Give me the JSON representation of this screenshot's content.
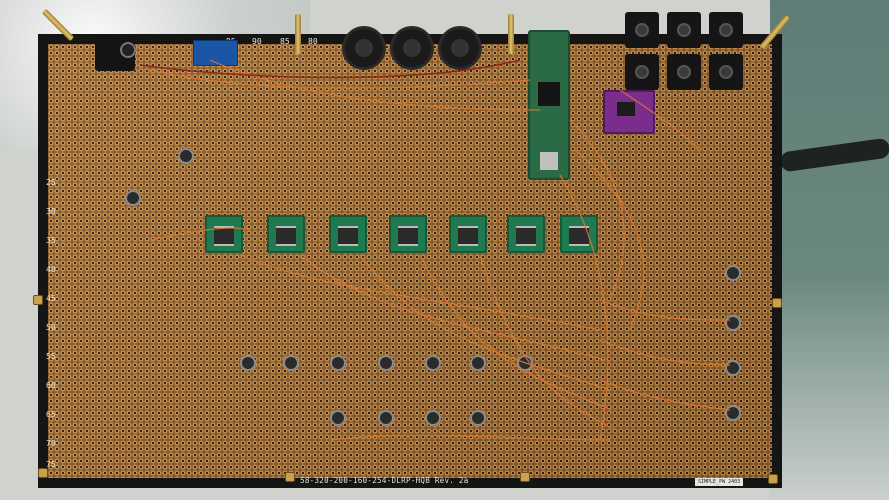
{
  "photo": {
    "board_revision_label": "58-320-200-160-254-DLRP-HQB Rev. 2a",
    "silkscreen_numbers": [
      "95",
      "90",
      "85",
      "80",
      "25",
      "30",
      "35",
      "40",
      "45",
      "50",
      "55",
      "60",
      "65",
      "70",
      "75"
    ],
    "brand_tag": "SIMPLE_PW 2403"
  }
}
